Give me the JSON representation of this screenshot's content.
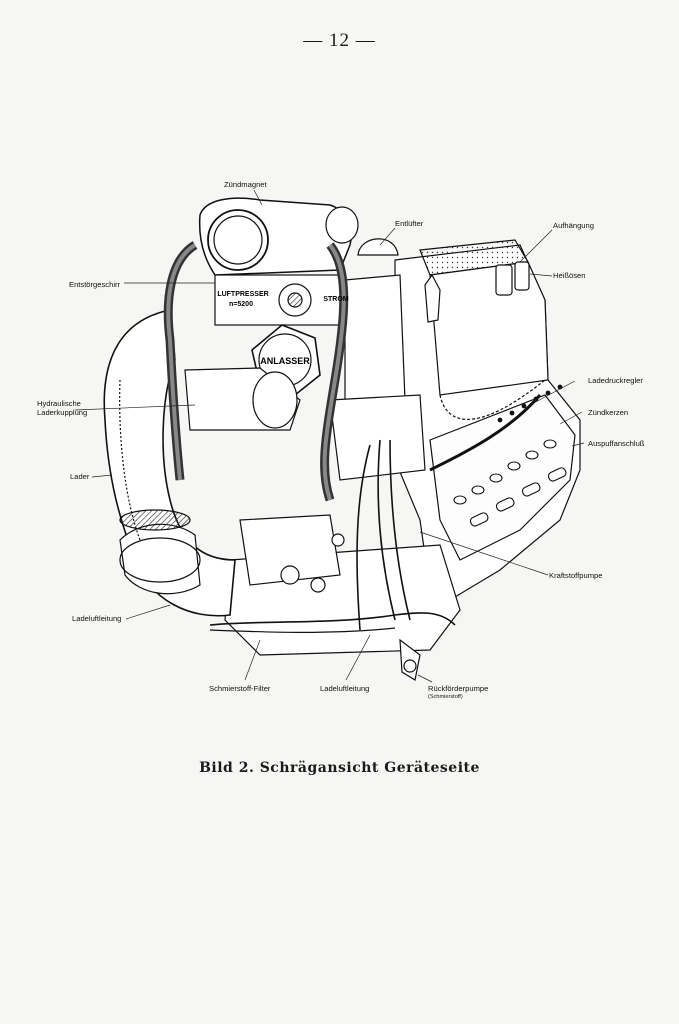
{
  "page": {
    "number": "— 12 —"
  },
  "figure": {
    "caption": "Bild 2. Schrägansicht Geräteseite",
    "labels": {
      "zuendmagnet": "Zündmagnet",
      "entluefter": "Entlüfter",
      "aufhaengung": "Aufhängung",
      "entstoergeschirr": "Entstörgeschirr",
      "heissoesen": "Heißösen",
      "hydraulische_1": "Hydraulische",
      "hydraulische_2": "Laderkupplung",
      "ladedruckregler": "Ladedruckregler",
      "zuendkerzen": "Zündkerzen",
      "auspuffanschluss": "Auspuffanschluß",
      "lader": "Lader",
      "kraftstoffpumpe": "Kraftstoffpumpe",
      "ladeluftleitung_left": "Ladeluftleitung",
      "schmierstoff_filter": "Schmierstoff-Filter",
      "ladeluftleitung_bottom": "Ladeluftleitung",
      "rueckfoerderpumpe": "Rückförderpumpe",
      "rueckfoerderpumpe_sub": "(Schmierstoff)"
    },
    "stamps": {
      "luftpresser": "LUFTPRESSER",
      "luftpresser_rpm": "n=5200",
      "anlasser": "ANLASSER",
      "strom": "STROM"
    }
  }
}
